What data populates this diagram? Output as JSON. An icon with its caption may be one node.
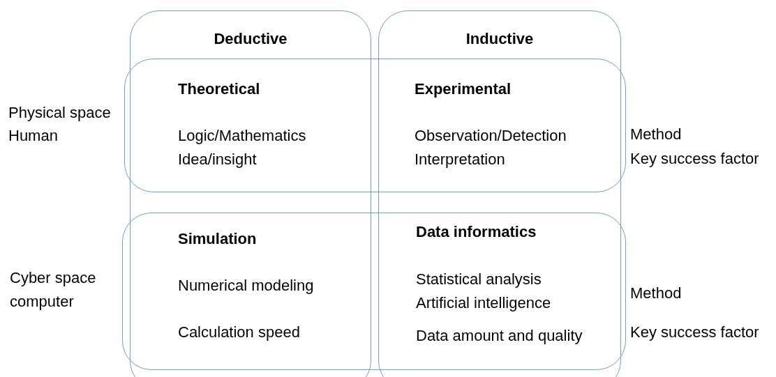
{
  "diagram": {
    "nodes": [
      {
        "text": [
          "Deductive"
        ]
      },
      {
        "text": [
          "Inductive"
        ]
      },
      {
        "text": [],
        "shape": "box"
      },
      {
        "text": [],
        "shape": "box"
      }
    ],
    "labels": [
      "Physical space",
      "Human",
      "Theoretical",
      "Logic/Mathematics",
      "Idea/insight",
      "Experimental",
      "Observation/Detection",
      "Interpretation",
      "Method",
      "Key success factor",
      "Cyber space",
      "computer",
      "Simulation",
      "Numerical modeling",
      "Calculation speed",
      "Data informatics",
      "Statistical analysis",
      "Artificial intelligence",
      "Data amount and quality",
      "Method",
      "Key success factor"
    ]
  }
}
